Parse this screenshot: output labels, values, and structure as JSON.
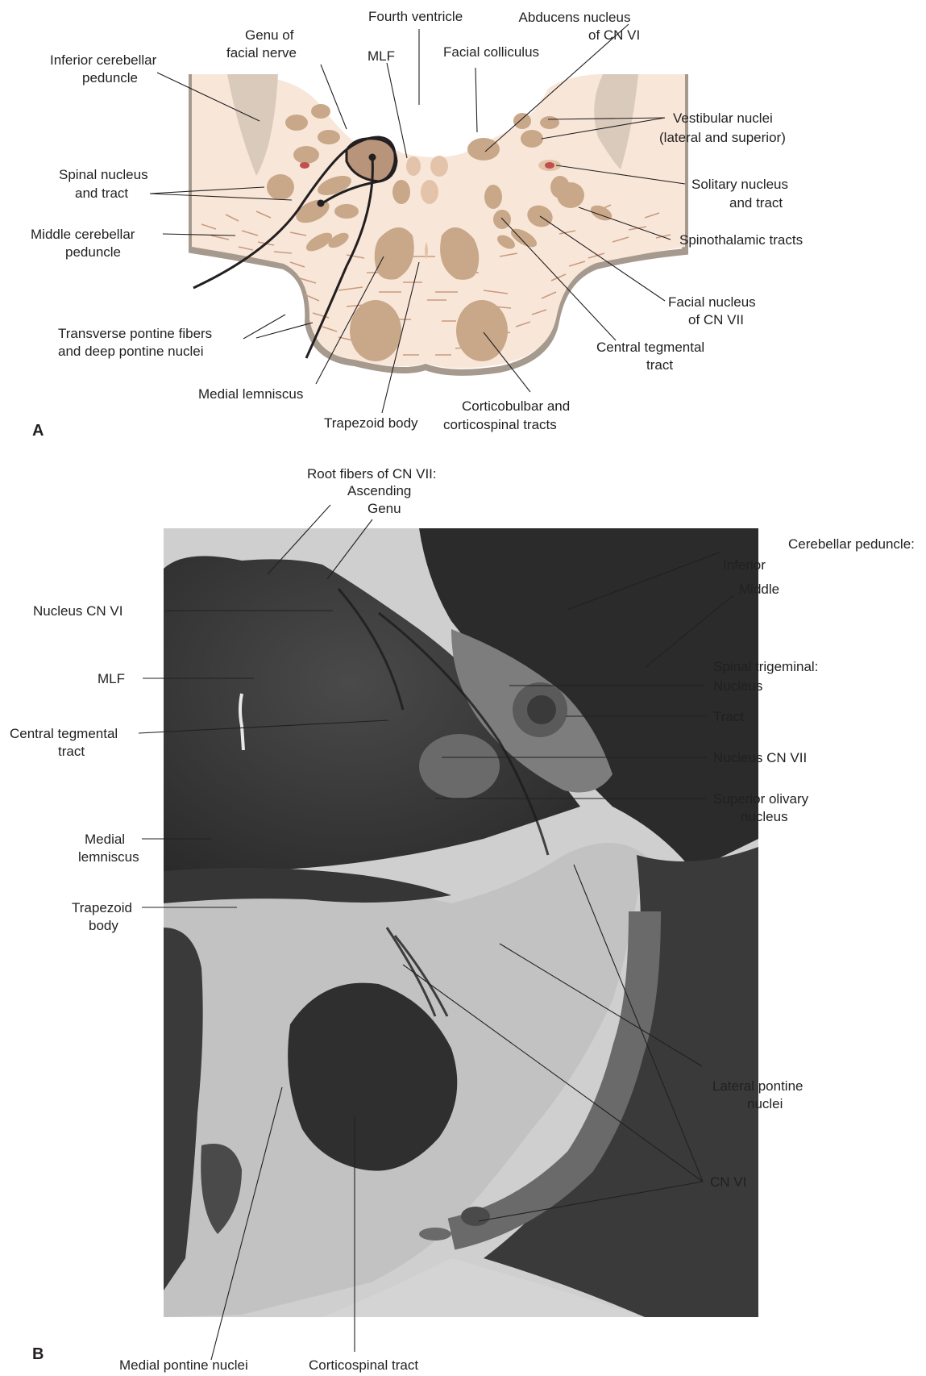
{
  "panel_a": {
    "letter": "A",
    "labels": {
      "fourth_ventricle": "Fourth ventricle",
      "abducens_1": "Abducens nucleus",
      "abducens_2": "of CN VI",
      "genu_1": "Genu of",
      "genu_2": "facial nerve",
      "mlf": "MLF",
      "facial_colliculus": "Facial colliculus",
      "icp_1": "Inferior cerebellar",
      "icp_2": "peduncle",
      "vestibular_1": "Vestibular nuclei",
      "vestibular_2": "(lateral and superior)",
      "spinal_1": "Spinal nucleus",
      "spinal_2": "and tract",
      "solitary_1": "Solitary nucleus",
      "solitary_2": "and tract",
      "mcp_1": "Middle cerebellar",
      "mcp_2": "peduncle",
      "spinothalamic": "Spinothalamic tracts",
      "facial_nuc_1": "Facial nucleus",
      "facial_nuc_2": "of CN VII",
      "transverse_1": "Transverse pontine fibers",
      "transverse_2": "and deep pontine nuclei",
      "ctt_1": "Central tegmental",
      "ctt_2": "tract",
      "medial_lemniscus": "Medial lemniscus",
      "trapezoid": "Trapezoid body",
      "cbct_1": "Corticobulbar and",
      "cbct_2": "corticospinal tracts"
    }
  },
  "panel_b": {
    "letter": "B",
    "labels": {
      "root_1": "Root fibers of CN VII:",
      "root_2": "Ascending",
      "root_3": "Genu",
      "cp_heading": "Cerebellar peduncle:",
      "cp_inferior": "Inferior",
      "cp_middle": "Middle",
      "nucleus_vi": "Nucleus CN VI",
      "mlf": "MLF",
      "spinal_trig_heading": "Spinal trigeminal:",
      "spinal_trig_nucleus": "Nucleus",
      "spinal_trig_tract": "Tract",
      "ctt_1": "Central tegmental",
      "ctt_2": "tract",
      "nucleus_vii": "Nucleus CN VII",
      "superior_olive_1": "Superior olivary",
      "superior_olive_2": "nucleus",
      "ml_1": "Medial",
      "ml_2": "lemniscus",
      "trapezoid_1": "Trapezoid",
      "trapezoid_2": "body",
      "lateral_pontine_1": "Lateral pontine",
      "lateral_pontine_2": "nuclei",
      "cn_vi": "CN VI",
      "medial_pontine": "Medial pontine nuclei",
      "corticospinal": "Corticospinal tract"
    }
  },
  "colors": {
    "tissue": "#f8e7d9",
    "nucleus": "#c9a88a",
    "nucleus_dark": "#b8957a",
    "solitary": "#c0504d",
    "peduncle": "#d9cabb",
    "fiber": "#b87f64",
    "outline": "#a69a8e",
    "leader": "#231f20"
  }
}
